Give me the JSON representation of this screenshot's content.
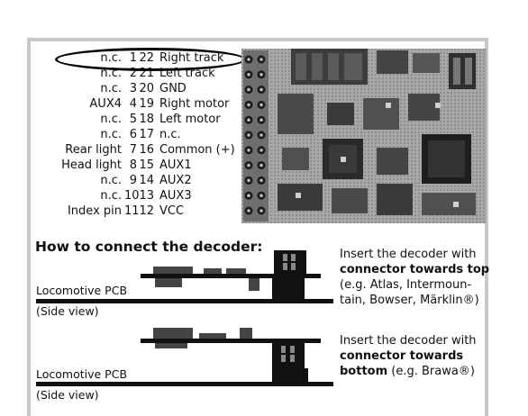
{
  "pins": [
    {
      "left_name": "n.c.",
      "left_num": "1",
      "right_num": "22",
      "right_name": "Right track"
    },
    {
      "left_name": "n.c.",
      "left_num": "2",
      "right_num": "21",
      "right_name": "Left track"
    },
    {
      "left_name": "n.c.",
      "left_num": "3",
      "right_num": "20",
      "right_name": "GND"
    },
    {
      "left_name": "AUX4",
      "left_num": "4",
      "right_num": "19",
      "right_name": "Right motor"
    },
    {
      "left_name": "n.c.",
      "left_num": "5",
      "right_num": "18",
      "right_name": "Left motor"
    },
    {
      "left_name": "n.c.",
      "left_num": "6",
      "right_num": "17",
      "right_name": "n.c."
    },
    {
      "left_name": "Rear light",
      "left_num": "7",
      "right_num": "16",
      "right_name": "Common (+)"
    },
    {
      "left_name": "Head light",
      "left_num": "8",
      "right_num": "15",
      "right_name": "AUX1"
    },
    {
      "left_name": "n.c.",
      "left_num": "9",
      "right_num": "14",
      "right_name": "AUX2"
    },
    {
      "left_name": "n.c.",
      "left_num": "10",
      "right_num": "13",
      "right_name": "AUX3"
    },
    {
      "left_name": "Index pin",
      "left_num": "11",
      "right_num": "12",
      "right_name": "VCC"
    }
  ],
  "heading": "How to connect the decoder:",
  "top_case": {
    "pcb_label": "Locomotive PCB",
    "view_label": "(Side view)",
    "text_1": "Insert the decoder with",
    "text_2_bold": "connector towards top",
    "text_3": "(e.g. Atlas, Intermoun-",
    "text_4": "tain, Bowser, Märklin®)"
  },
  "bottom_case": {
    "pcb_label": "Locomotive PCB",
    "view_label": "(Side view)",
    "text_1": "Insert the decoder with",
    "text_2_bold": "connector towards",
    "text_3_bold": "bottom",
    "text_3_rest": " (e.g. Brawa®)"
  }
}
